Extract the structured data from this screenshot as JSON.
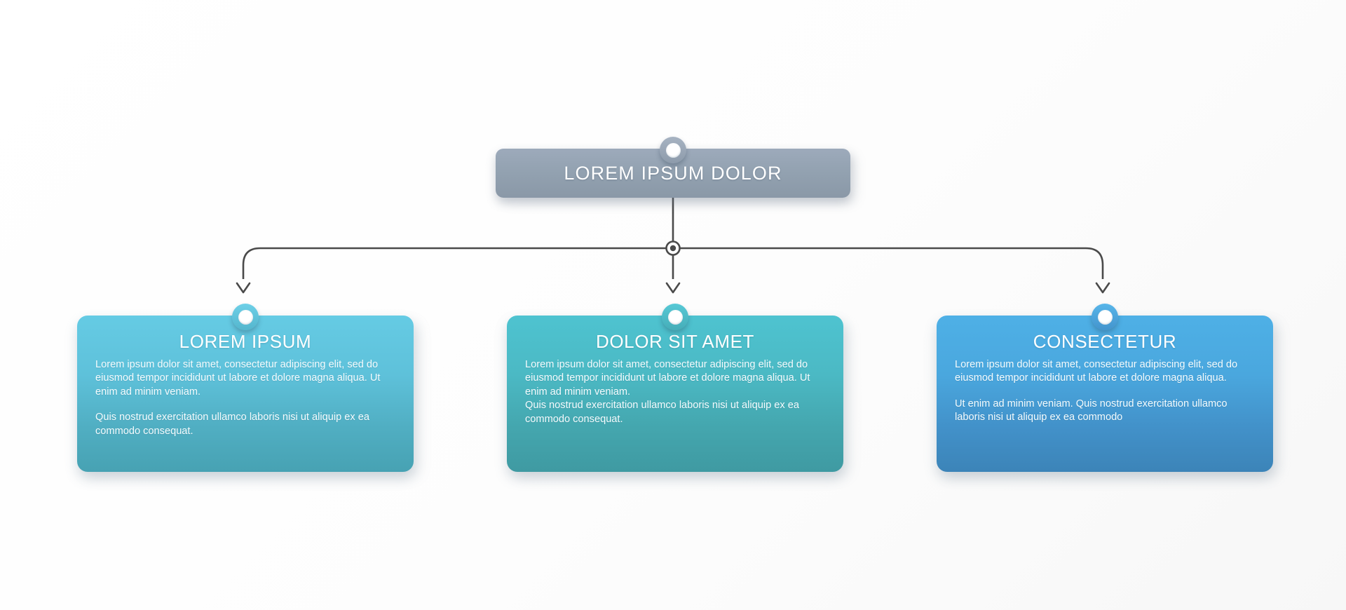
{
  "diagram": {
    "type": "organizational-hierarchy-flowchart",
    "background_color": "#ffffff",
    "connector_color": "#4a4a4a",
    "header": {
      "title": "LOREM IPSUM DOLOR",
      "color_top": "#9daabb",
      "color_bottom": "#8a98a7",
      "node_icon": "circle-node-icon"
    },
    "junction": {
      "icon": "junction-node-icon",
      "color": "#4a4a4a"
    },
    "branches": [
      {
        "arrow_icon": "arrow-down-icon",
        "node_icon": "circle-node-icon",
        "title": "LOREM IPSUM",
        "color_top": "#65cbe4",
        "color_bottom": "#47a2b3",
        "paragraphs": [
          "Lorem ipsum dolor sit amet, consectetur adipiscing elit, sed do eiusmod tempor incididunt ut labore et dolore magna aliqua. Ut enim ad minim veniam.",
          "Quis nostrud exercitation ullamco laboris nisi ut aliquip ex ea commodo consequat."
        ],
        "spacing": "gap"
      },
      {
        "arrow_icon": "arrow-down-icon",
        "node_icon": "circle-node-icon",
        "title": "DOLOR SIT AMET",
        "color_top": "#4ec3d0",
        "color_bottom": "#3f9aa2",
        "paragraphs": [
          "Lorem ipsum dolor sit amet, consectetur adipiscing elit, sed do eiusmod tempor incididunt ut labore et dolore magna aliqua. Ut enim ad minim veniam.",
          "Quis nostrud exercitation ullamco laboris nisi ut aliquip ex ea commodo consequat."
        ],
        "spacing": "tight"
      },
      {
        "arrow_icon": "arrow-down-icon",
        "node_icon": "circle-node-icon",
        "title": "CONSECTETUR",
        "color_top": "#4eb0e6",
        "color_bottom": "#3c84b8",
        "paragraphs": [
          "Lorem ipsum dolor sit amet, consectetur adipiscing elit, sed do eiusmod tempor incididunt ut labore et dolore magna aliqua.",
          "Ut enim ad minim veniam. Quis nostrud exercitation ullamco laboris nisi ut aliquip ex ea commodo"
        ],
        "spacing": "gap"
      }
    ]
  }
}
